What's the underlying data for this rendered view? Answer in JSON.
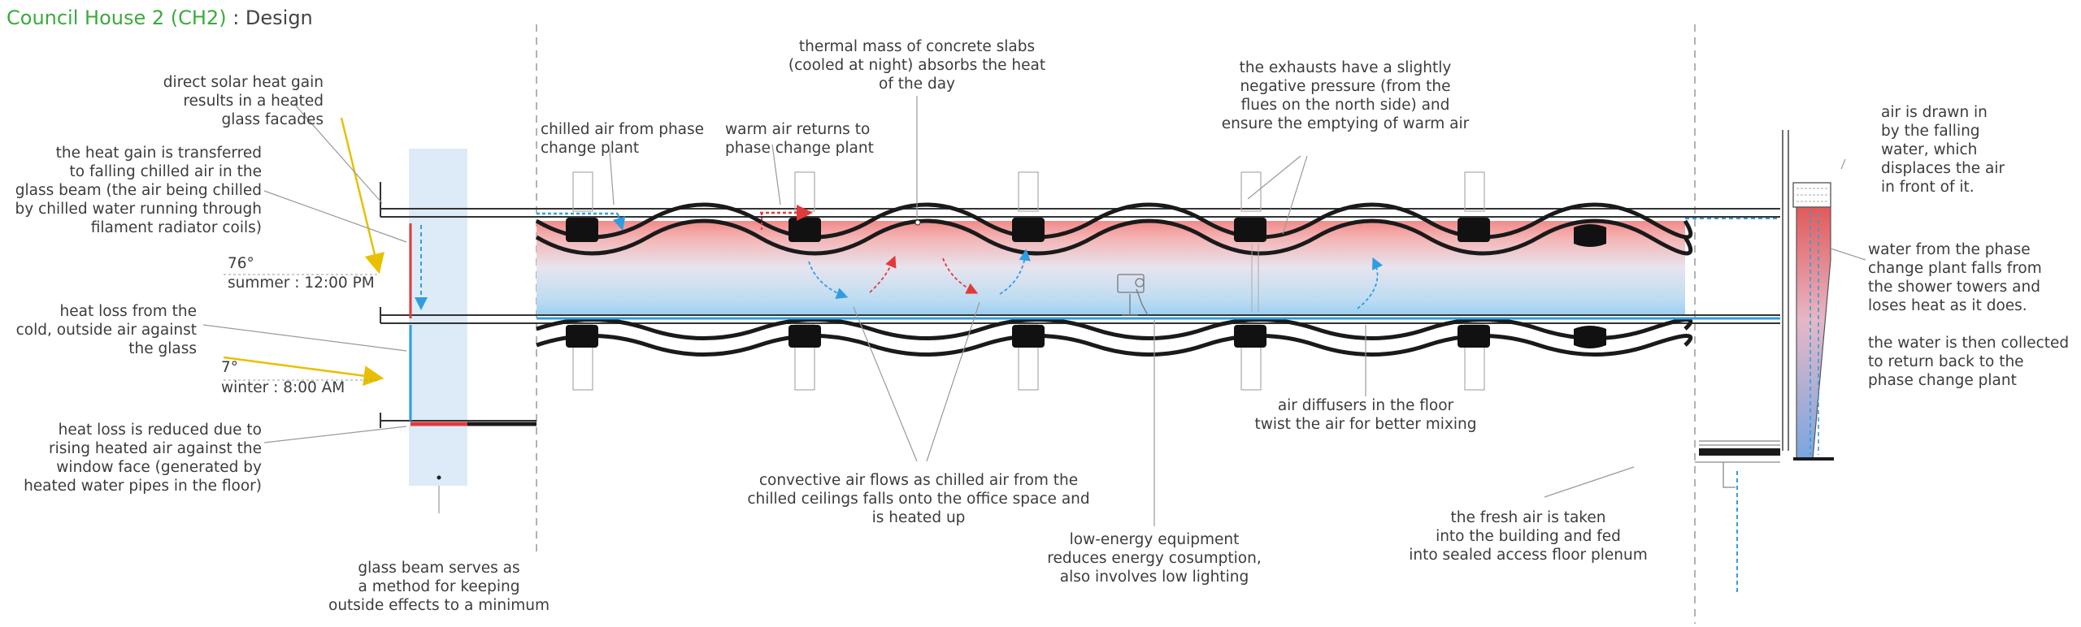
{
  "title": {
    "main": "Council House 2 (CH2)",
    "separator": " : ",
    "subtitle": "Design"
  },
  "labels": {
    "solar_gain": "direct solar heat gain\nresults in a heated\nglass facades",
    "heat_transfer": "the heat gain is transferred\nto falling chilled air in the\nglass beam (the air being chilled\nby chilled water running through\nfilament radiator coils)",
    "summer_angle": "76°",
    "summer_time": "summer : 12:00 PM",
    "heat_loss": "heat loss from the\ncold, outside air against\nthe glass",
    "winter_angle": "7°",
    "winter_time": "winter : 8:00 AM",
    "heat_loss_reduced": "heat loss is reduced due to\nrising heated air against the\nwindow face (generated by\nheated water pipes in the floor)",
    "glass_beam": "glass beam serves as\na method for keeping\noutside effects to a minimum",
    "chilled_air": "chilled air from phase\nchange plant",
    "warm_air": "warm air returns to\nphase change plant",
    "thermal_mass": "thermal mass of concrete slabs\n(cooled at night) absorbs the heat\nof the day",
    "exhausts": "the exhausts have a slightly\nnegative pressure (from the\nflues on the north side) and\nensure the emptying of warm air",
    "convective": "convective air flows as chilled air from the\nchilled ceilings falls onto the office space and\nis heated up",
    "low_energy": "low-energy equipment\nreduces energy cosumption,\nalso involves low lighting",
    "diffusers": "air diffusers in the floor\ntwist the air for better mixing",
    "fresh_air": "the fresh air is taken\ninto the building and fed\ninto sealed access floor plenum",
    "air_drawn": "air is drawn in\nby the falling\nwater, which\ndisplaces the air\nin front of it.",
    "water_falls": "water from the phase\nchange plant falls from\nthe shower towers and\nloses heat as it does.",
    "water_collected": "the water is then collected\nto return back to the\nphase change plant"
  },
  "colors": {
    "title_green": "#3aab3a",
    "text": "#3c3c3c",
    "sun_yellow": "#e8c000",
    "warm_red": "#e23a3a",
    "cool_blue": "#2f9ee0",
    "glass_beam": "#dcebf7",
    "leader": "#9a9a9a"
  },
  "icons": {
    "worker": "office-worker-icon",
    "air_arrows": "air-flow-arrow-icon"
  }
}
